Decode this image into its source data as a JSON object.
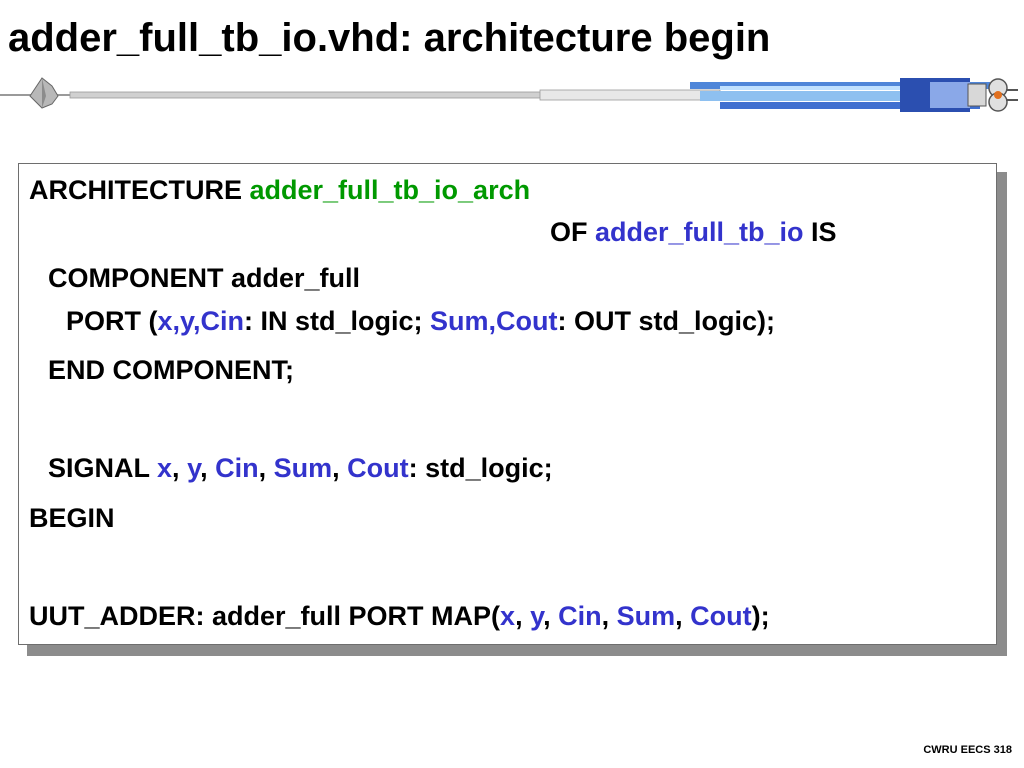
{
  "slide": {
    "title": "adder_full_tb_io.vhd: architecture begin",
    "footer": "CWRU EECS 318"
  },
  "colors": {
    "identifier": "#009900",
    "signal": "#3333cc",
    "text": "#000000"
  },
  "code": {
    "l1_kw": "ARCHITECTURE ",
    "l1_arch": "adder_full_tb_io_arch",
    "l2_of": "OF ",
    "l2_entity": "adder_full_tb_io",
    "l2_is": " IS",
    "l3": "COMPONENT adder_full",
    "l4_a": "PORT (",
    "l4_in": "x,y,Cin",
    "l4_b": ": IN std_logic; ",
    "l4_out": "Sum,Cout",
    "l4_c": ": OUT std_logic);",
    "l5": "END COMPONENT;",
    "l6_kw": "SIGNAL ",
    "l6_x": "x",
    "l6_y": "y",
    "l6_cin": "Cin",
    "l6_sum": "Sum",
    "l6_cout": "Cout",
    "l6_end": ": std_logic;",
    "l7": "BEGIN",
    "l8_a": "UUT_ADDER: adder_full PORT MAP(",
    "l8_x": "x",
    "l8_y": "y",
    "l8_cin": "Cin",
    "l8_sum": "Sum",
    "l8_cout": "Cout",
    "l8_end": ");",
    "comma": ", "
  }
}
